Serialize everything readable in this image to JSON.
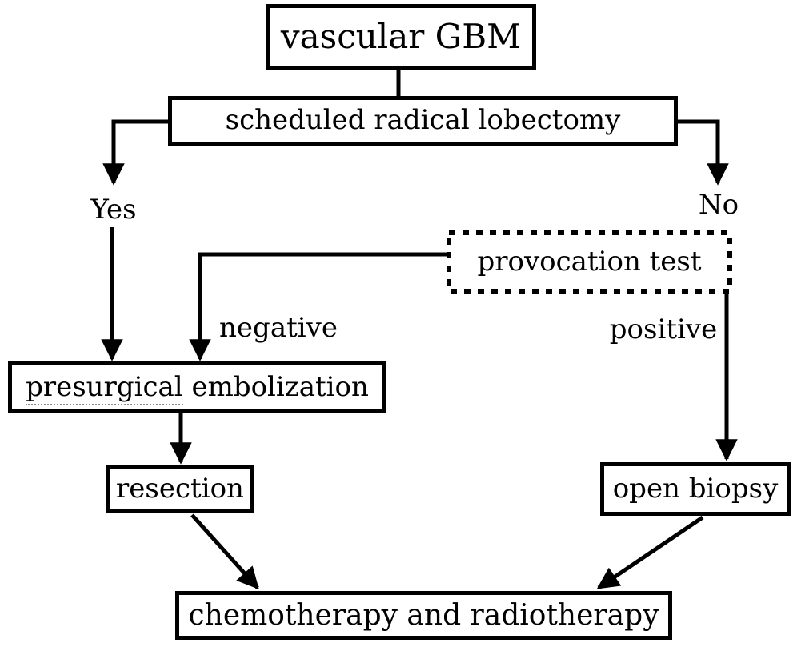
{
  "diagram": {
    "background_color": "#ffffff",
    "line_color": "#000000",
    "nodes": {
      "vascular_gbm": {
        "label": "vascular GBM",
        "border_style": "solid"
      },
      "lobectomy": {
        "label": "scheduled radical lobectomy",
        "border_style": "solid"
      },
      "provocation_test": {
        "label": "provocation test",
        "border_style": "dotted"
      },
      "embolization": {
        "label": "presurgical embolization",
        "word_underlined": "presurgical",
        "word_rest": " embolization",
        "border_style": "solid"
      },
      "resection": {
        "label": "resection",
        "border_style": "solid"
      },
      "open_biopsy": {
        "label": "open biopsy",
        "border_style": "solid"
      },
      "chemo_radio": {
        "label": "chemotherapy and radiotherapy",
        "border_style": "solid"
      }
    },
    "edge_labels": {
      "yes": "Yes",
      "no": "No",
      "negative": "negative",
      "positive": "positive"
    },
    "edges": [
      {
        "from": "vascular_gbm",
        "to": "lobectomy",
        "label": ""
      },
      {
        "from": "lobectomy",
        "to": "embolization",
        "label": "Yes"
      },
      {
        "from": "lobectomy",
        "to": "provocation_test",
        "label": "No"
      },
      {
        "from": "provocation_test",
        "to": "embolization",
        "label": "negative"
      },
      {
        "from": "provocation_test",
        "to": "open_biopsy",
        "label": "positive"
      },
      {
        "from": "embolization",
        "to": "resection",
        "label": ""
      },
      {
        "from": "resection",
        "to": "chemo_radio",
        "label": ""
      },
      {
        "from": "open_biopsy",
        "to": "chemo_radio",
        "label": ""
      }
    ]
  }
}
